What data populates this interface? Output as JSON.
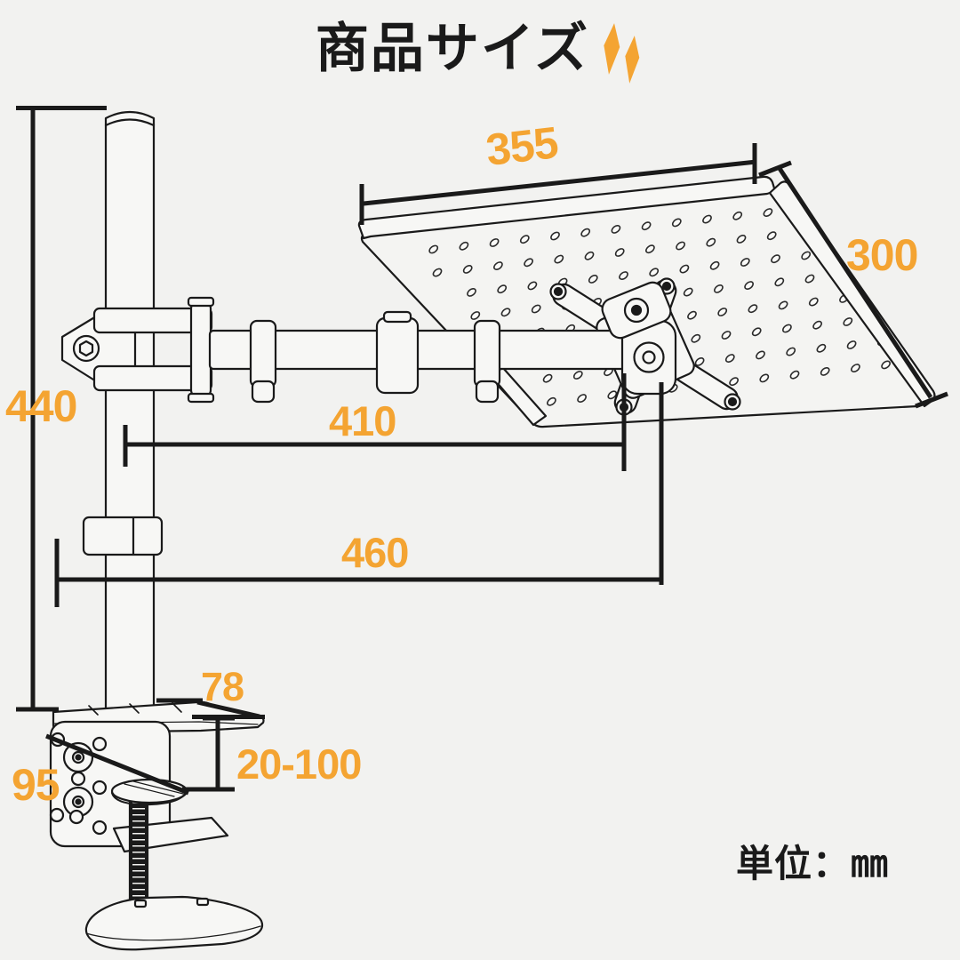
{
  "page": {
    "title": "商品サイズ",
    "unit_label": "単位：㎜",
    "background": "#f2f2f0",
    "accent": "#f4a432",
    "ink": "#1a1a1a"
  },
  "diagram": {
    "labels": {
      "tray_width": "355",
      "tray_depth": "300",
      "pole_height": "440",
      "arm_length": "410",
      "base_reach": "460",
      "clamp_top_depth": "78",
      "clamp_opening_range": "20-100",
      "clamp_plate_height": "95"
    }
  }
}
